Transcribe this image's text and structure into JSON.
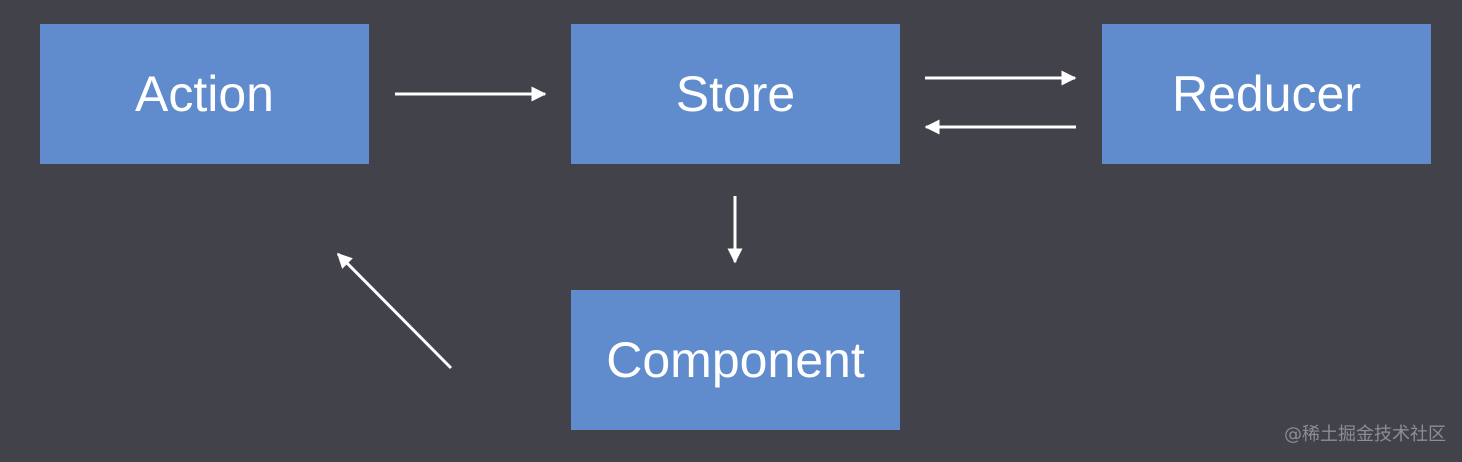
{
  "theme": {
    "background": "#41424a",
    "node_fill": "#608bcc",
    "node_text": "#ffffff",
    "arrow": "#ffffff"
  },
  "nodes": {
    "action": {
      "label": "Action"
    },
    "store": {
      "label": "Store"
    },
    "reducer": {
      "label": "Reducer"
    },
    "component": {
      "label": "Component"
    }
  },
  "edges": [
    {
      "from": "action",
      "to": "store"
    },
    {
      "from": "store",
      "to": "reducer"
    },
    {
      "from": "reducer",
      "to": "store"
    },
    {
      "from": "store",
      "to": "component"
    },
    {
      "from": "component",
      "to": "action"
    }
  ],
  "watermark": {
    "text": "@稀土掘金技术社区"
  }
}
